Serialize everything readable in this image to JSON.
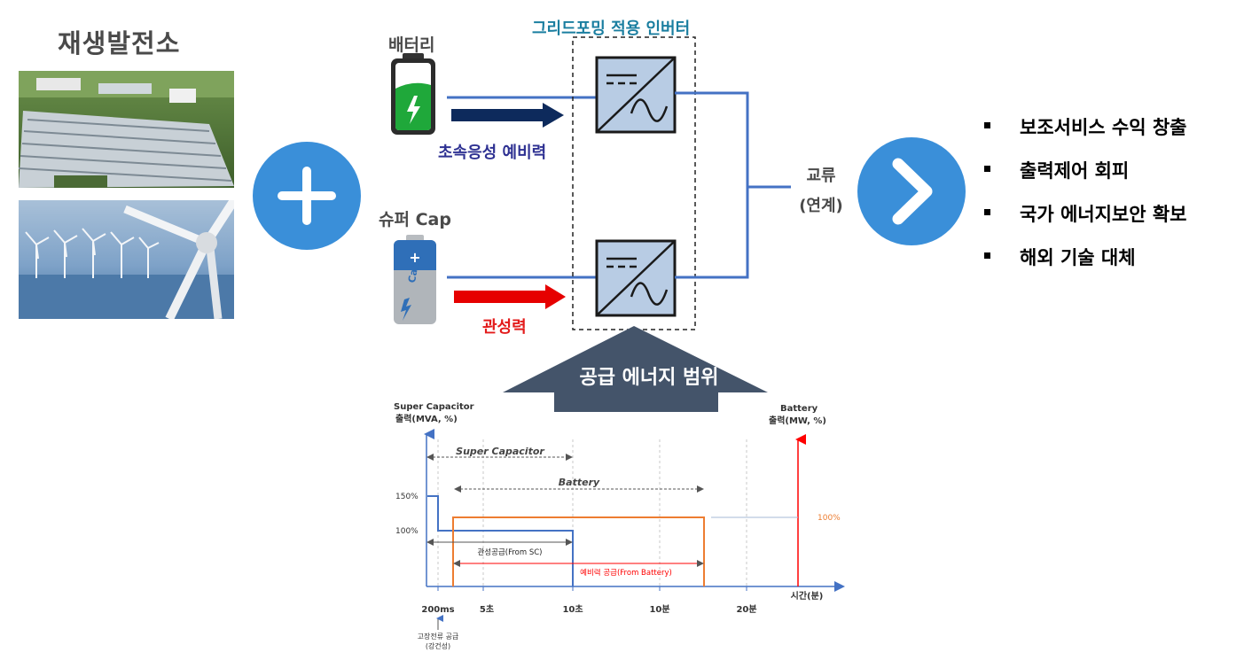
{
  "left": {
    "title": "재생발전소"
  },
  "sources": {
    "battery_label": "배터리",
    "supercap_label": "슈퍼 Cap",
    "cap_text": "Cap"
  },
  "inverter": {
    "title": "그리드포밍 적용 인버터"
  },
  "labels": {
    "ultra_fast_reserve": "초속응성 예비력",
    "inertia": "관성력",
    "ac_line1": "교류",
    "ac_line2": "(연계)",
    "supply_range": "공급 에너지 범위"
  },
  "benefits": [
    "보조서비스 수익 창출",
    "출력제어 회피",
    "국가 에너지보안 확보",
    "해외 기술 대체"
  ],
  "colors": {
    "accent_blue": "#3a8fd9",
    "navy_arrow": "#0d2a5c",
    "red_arrow": "#e60000",
    "inverter_fill": "#b8cce4",
    "line_blue": "#4472c4",
    "battery_green": "#1fa83a",
    "supply_arrow": "#44546a",
    "sc_line": "#4472c4",
    "battery_line": "#ed7d31",
    "axis_red": "#ff0000"
  },
  "chart_data": {
    "type": "line",
    "left_axis_label_line1": "Super Capacitor",
    "left_axis_label_line2": "출력(MVA, %)",
    "right_axis_label_line1": "Battery",
    "right_axis_label_line2": "출력(MW, %)",
    "xlabel": "시간(분)",
    "x_ticks": [
      "200ms",
      "5초",
      "10초",
      "10분",
      "20분"
    ],
    "y_ticks_left": [
      "150%",
      "100%"
    ],
    "y_tick_right": "100%",
    "range_sc": "Super Capacitor",
    "range_battery": "Battery",
    "span_sc": "관성공급(From SC)",
    "span_battery": "예비력 공급(From Battery)",
    "fault_note_line1": "고장전류 공급",
    "fault_note_line2": "(강건성)",
    "series": [
      {
        "name": "Super Capacitor",
        "x": [
          0,
          "200ms",
          "200ms",
          "10초"
        ],
        "y": [
          150,
          150,
          100,
          100
        ]
      },
      {
        "name": "Battery",
        "x": [
          "200ms",
          "10분+"
        ],
        "y": [
          100,
          100
        ]
      }
    ]
  }
}
